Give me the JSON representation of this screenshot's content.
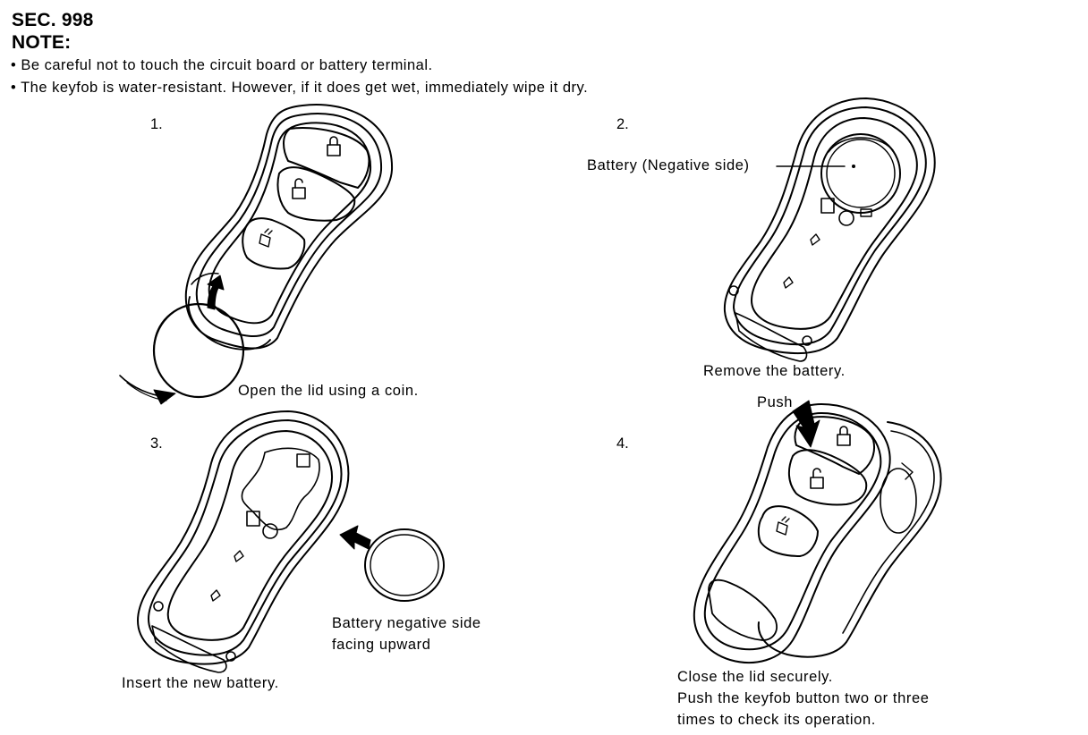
{
  "header": {
    "section": "SEC. 998",
    "note_title": "NOTE:"
  },
  "notes": [
    "• Be careful not to touch the circuit board or battery terminal.",
    "• The keyfob is water-resistant. However, if it does get wet, immediately wipe it dry."
  ],
  "steps": [
    {
      "number": "1.",
      "captions": [
        "Open the lid using a coin."
      ]
    },
    {
      "number": "2.",
      "captions": [
        "Battery (Negative side)",
        "Remove the battery."
      ]
    },
    {
      "number": "3.",
      "captions": [
        "Battery negative side",
        "facing upward",
        "Insert the new battery."
      ]
    },
    {
      "number": "4.",
      "captions": [
        "Push",
        "Close the lid securely.",
        "Push the keyfob button two or three",
        "times to check its operation."
      ]
    }
  ]
}
